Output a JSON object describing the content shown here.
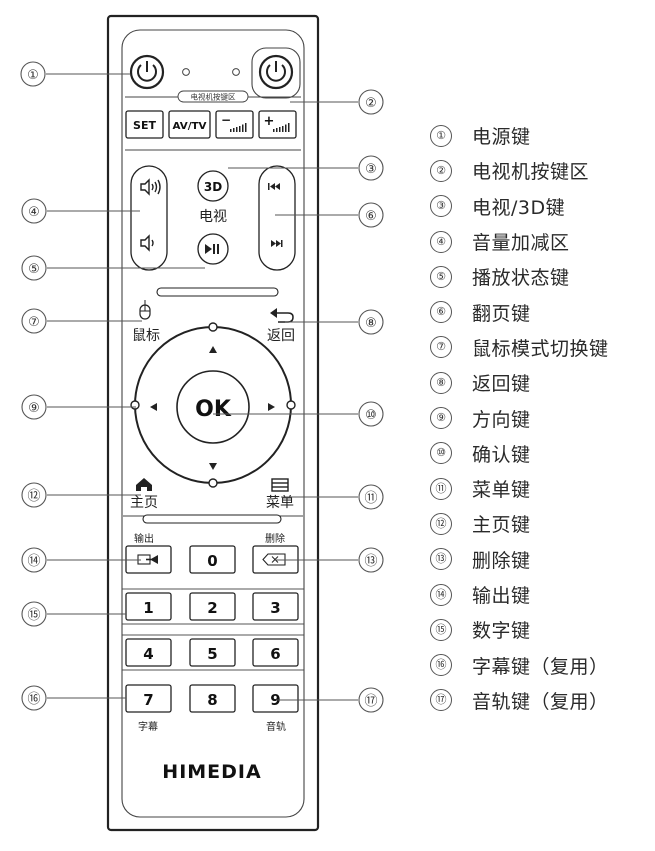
{
  "remote": {
    "tv_zone_label": "电视机按键区",
    "set_label": "SET",
    "avtv_label": "AV/TV",
    "vol_down_symbol": "−",
    "vol_up_symbol": "+",
    "btn_3d_label": "3D",
    "tv_label": "电视",
    "mouse_label": "鼠标",
    "back_label": "返回",
    "ok_label": "OK",
    "home_label": "主页",
    "menu_label": "菜单",
    "output_label": "输出",
    "delete_label": "删除",
    "subtitle_label": "字幕",
    "audio_track_label": "音轨",
    "brand": "HIMEDIA",
    "digits": [
      "0",
      "1",
      "2",
      "3",
      "4",
      "5",
      "6",
      "7",
      "8",
      "9"
    ]
  },
  "callout_numbers": [
    "①",
    "②",
    "③",
    "④",
    "⑤",
    "⑥",
    "⑦",
    "⑧",
    "⑨",
    "⑩",
    "⑪",
    "⑫",
    "⑬",
    "⑭",
    "⑮",
    "⑯",
    "⑰"
  ],
  "legend": [
    {
      "num": "①",
      "text": "电源键"
    },
    {
      "num": "②",
      "text": "电视机按键区"
    },
    {
      "num": "③",
      "text": "电视/3D键"
    },
    {
      "num": "④",
      "text": "音量加减区"
    },
    {
      "num": "⑤",
      "text": "播放状态键"
    },
    {
      "num": "⑥",
      "text": "翻页键"
    },
    {
      "num": "⑦",
      "text": "鼠标模式切换键"
    },
    {
      "num": "⑧",
      "text": "返回键"
    },
    {
      "num": "⑨",
      "text": "方向键"
    },
    {
      "num": "⑩",
      "text": "确认键"
    },
    {
      "num": "⑪",
      "text": "菜单键"
    },
    {
      "num": "⑫",
      "text": "主页键"
    },
    {
      "num": "⑬",
      "text": "删除键"
    },
    {
      "num": "⑭",
      "text": "输出键"
    },
    {
      "num": "⑮",
      "text": "数字键"
    },
    {
      "num": "⑯",
      "text": "字幕键（复用）"
    },
    {
      "num": "⑰",
      "text": "音轨键（复用）"
    }
  ]
}
